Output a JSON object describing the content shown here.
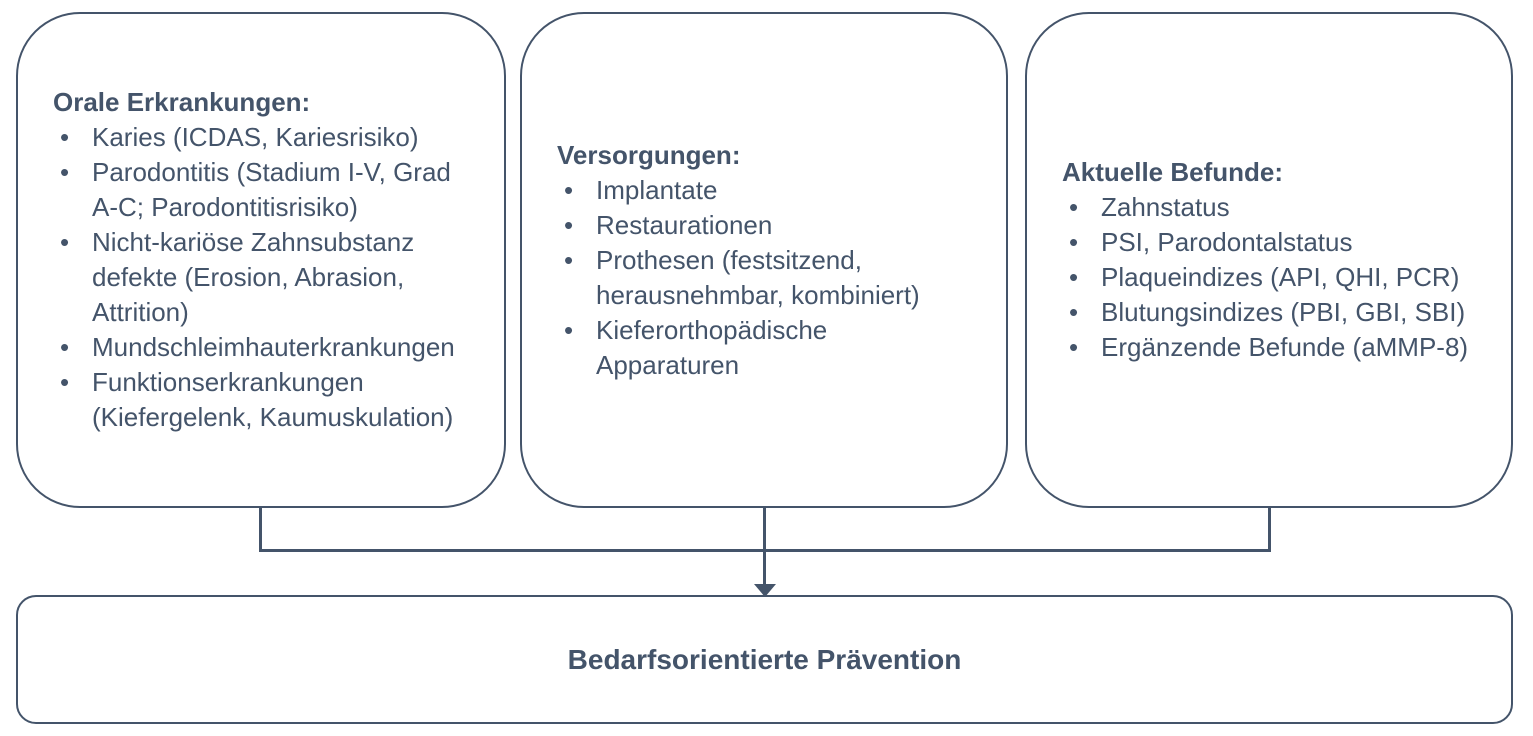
{
  "diagram": {
    "bullet_glyph": "•",
    "colors": {
      "line": "#44546A",
      "text": "#44546A",
      "background": "#FFFFFF"
    },
    "boxes": [
      {
        "title": "Orale Erkrankungen:",
        "items": [
          "Karies (ICDAS, Kariesrisiko)",
          "Parodontitis (Stadium I-V, Grad\nA-C; Parodontitisrisiko)",
          "Nicht-kariöse Zahnsubstanz\ndefekte (Erosion, Abrasion,\nAttrition)",
          "Mundschleimhauterkrankungen",
          "Funktionserkrankungen\n(Kiefergelenk, Kaumuskulation)"
        ]
      },
      {
        "title": "Versorgungen:",
        "items": [
          "Implantate",
          "Restaurationen",
          "Prothesen (festsitzend,\nherausnehmbar, kombiniert)",
          "Kieferorthopädische\nApparaturen"
        ]
      },
      {
        "title": "Aktuelle Befunde:",
        "items": [
          "Zahnstatus",
          "PSI, Parodontalstatus",
          "Plaqueindizes (API, QHI, PCR)",
          "Blutungsindizes (PBI, GBI, SBI)",
          "Ergänzende Befunde (aMMP-8)"
        ]
      }
    ],
    "result_box": {
      "label": "Bedarfsorientierte Prävention"
    }
  }
}
